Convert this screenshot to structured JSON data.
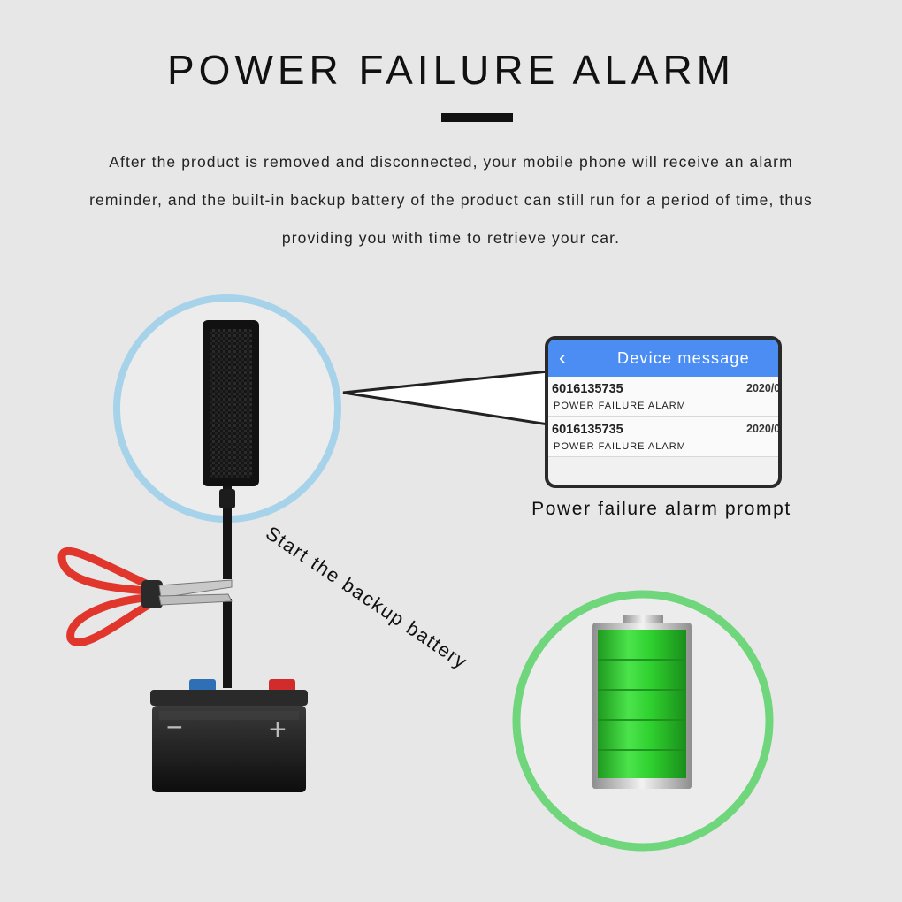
{
  "header": {
    "title": "POWER FAILURE ALARM",
    "description": "After the product is removed and disconnected, your mobile phone will receive an alarm reminder, and the built-in backup battery of the product can still run for a period of time, thus providing you with time to retrieve your car."
  },
  "phone": {
    "title": "Device message",
    "messages": [
      {
        "number": "6016135735",
        "date": "2020/0",
        "text": "POWER FAILURE ALARM"
      },
      {
        "number": "6016135735",
        "date": "2020/0",
        "text": "POWER FAILURE ALARM"
      }
    ]
  },
  "caption": "Power failure alarm prompt",
  "backup_label": "Start the backup battery",
  "car_battery": {
    "minus": "−",
    "plus": "+"
  },
  "colors": {
    "background": "#e7e7e7",
    "device_ring": "#a6d3ea",
    "battery_ring": "#6fd67b",
    "phone_header": "#4b8df2",
    "battery_green": "#3ed43e"
  },
  "backup_battery_level": 1.0
}
